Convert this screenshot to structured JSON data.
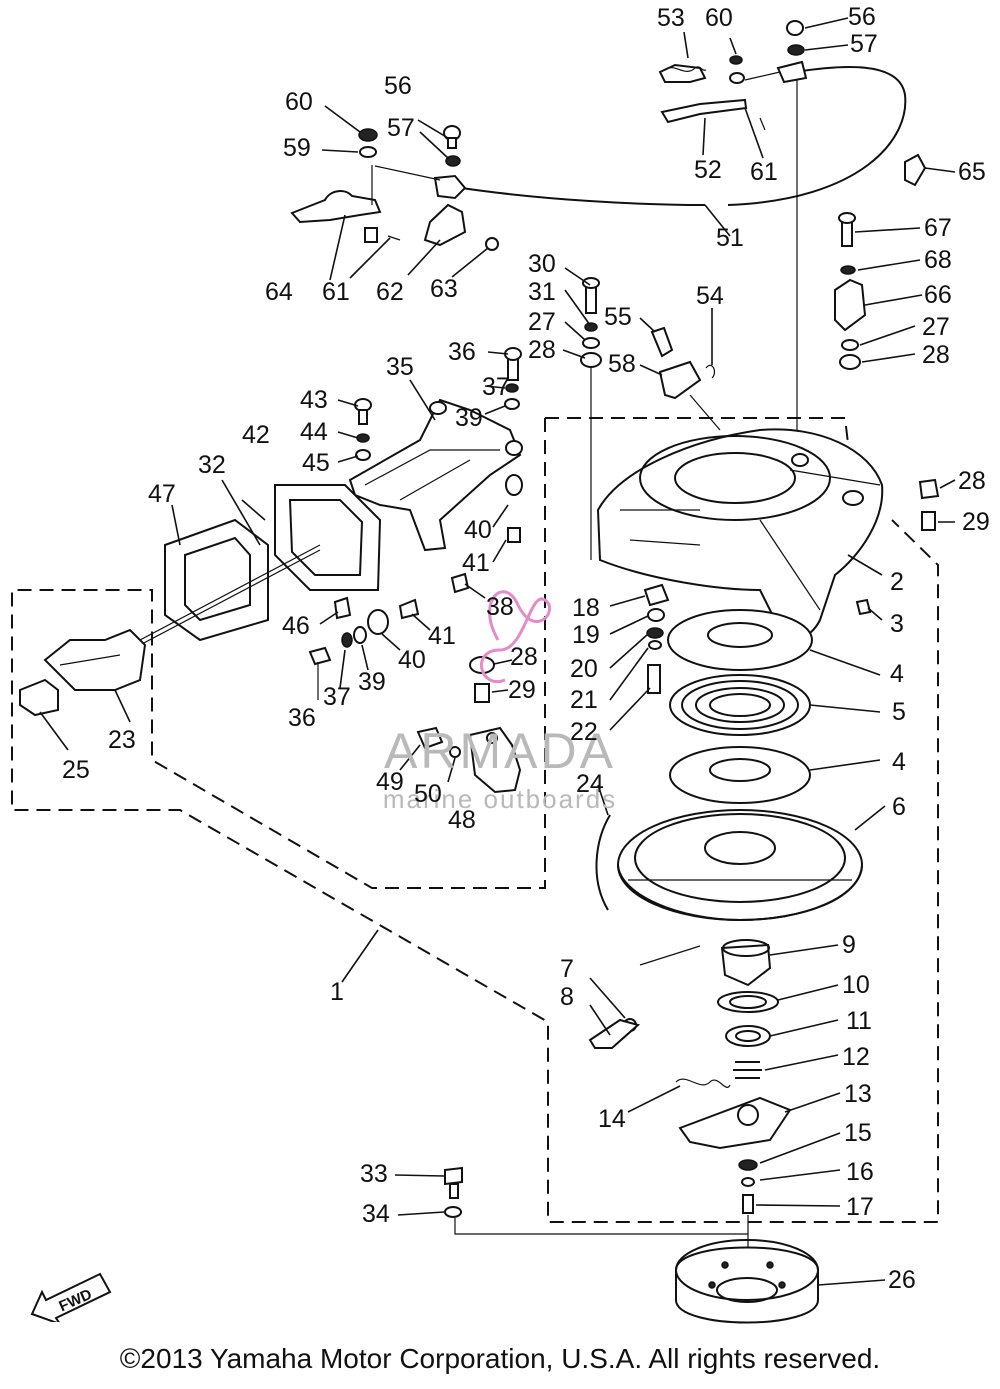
{
  "diagram": {
    "callouts": [
      "1",
      "2",
      "3",
      "4",
      "4",
      "5",
      "6",
      "7",
      "8",
      "9",
      "10",
      "11",
      "12",
      "13",
      "14",
      "15",
      "16",
      "17",
      "18",
      "19",
      "20",
      "21",
      "22",
      "23",
      "24",
      "25",
      "26",
      "27",
      "27",
      "28",
      "28",
      "28",
      "28",
      "29",
      "29",
      "30",
      "31",
      "32",
      "33",
      "34",
      "35",
      "36",
      "36",
      "37",
      "37",
      "38",
      "39",
      "39",
      "40",
      "40",
      "41",
      "41",
      "42",
      "43",
      "44",
      "45",
      "46",
      "47",
      "48",
      "49",
      "50",
      "51",
      "52",
      "53",
      "54",
      "55",
      "56",
      "56",
      "57",
      "57",
      "58",
      "59",
      "60",
      "60",
      "61",
      "61",
      "62",
      "63",
      "64",
      "65",
      "66",
      "67",
      "68"
    ],
    "direction_label": "FWD",
    "watermark": {
      "brand": "ARMADA",
      "tagline": "marine outboards"
    }
  },
  "footer": {
    "copyright": "©2013 Yamaha Motor Corporation, U.S.A. All rights reserved."
  }
}
